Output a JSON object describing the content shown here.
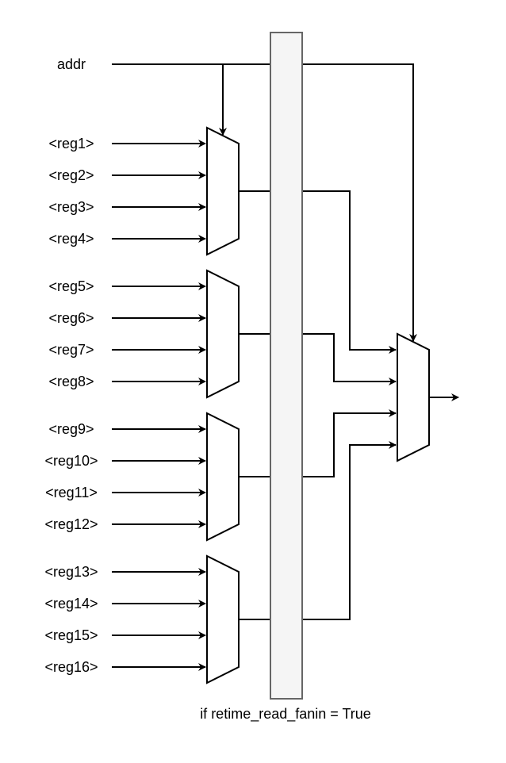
{
  "diagram": {
    "type": "mux-tree",
    "addr_label": "addr",
    "retime_caption": "if retime_read_fanin = True",
    "colors": {
      "stroke": "#000000",
      "retime_fill": "#f5f5f5",
      "retime_stroke": "#666666",
      "background": "#ffffff"
    },
    "first_stage_muxes": [
      {
        "id": "mux1",
        "inputs": [
          "<reg1>",
          "<reg2>",
          "<reg3>",
          "<reg4>"
        ]
      },
      {
        "id": "mux2",
        "inputs": [
          "<reg5>",
          "<reg6>",
          "<reg7>",
          "<reg8>"
        ]
      },
      {
        "id": "mux3",
        "inputs": [
          "<reg9>",
          "<reg10>",
          "<reg11>",
          "<reg12>"
        ]
      },
      {
        "id": "mux4",
        "inputs": [
          "<reg13>",
          "<reg14>",
          "<reg15>",
          "<reg16>"
        ]
      }
    ],
    "second_stage_mux": {
      "id": "mux-out",
      "inputs": [
        "mux1",
        "mux2",
        "mux3",
        "mux4"
      ]
    }
  }
}
